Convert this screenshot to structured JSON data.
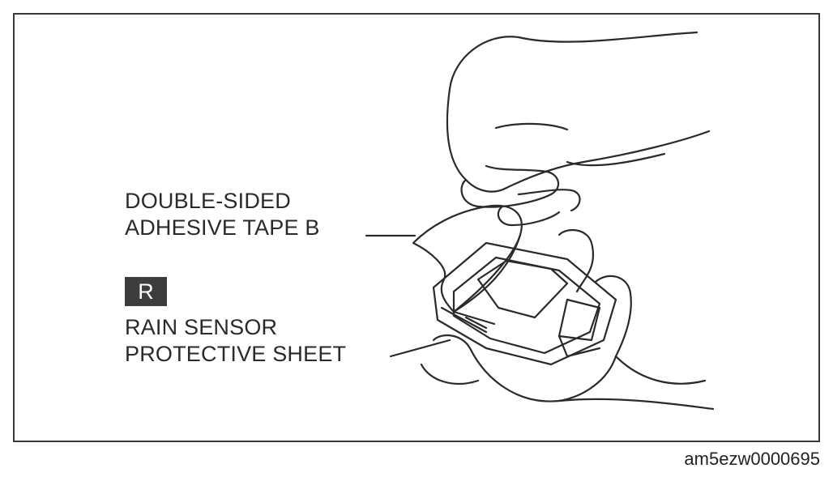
{
  "labels": {
    "tape_line1": "DOUBLE-SIDED",
    "tape_line2": "ADHESIVE TAPE B",
    "badge": "R",
    "rain_line1": "RAIN SENSOR",
    "rain_line2": "PROTECTIVE SHEET"
  },
  "figure_id": "am5ezw0000695",
  "colors": {
    "line": "#2a2a2a",
    "badge_bg": "#3d3d3d",
    "frame": "#3a3a3a"
  }
}
